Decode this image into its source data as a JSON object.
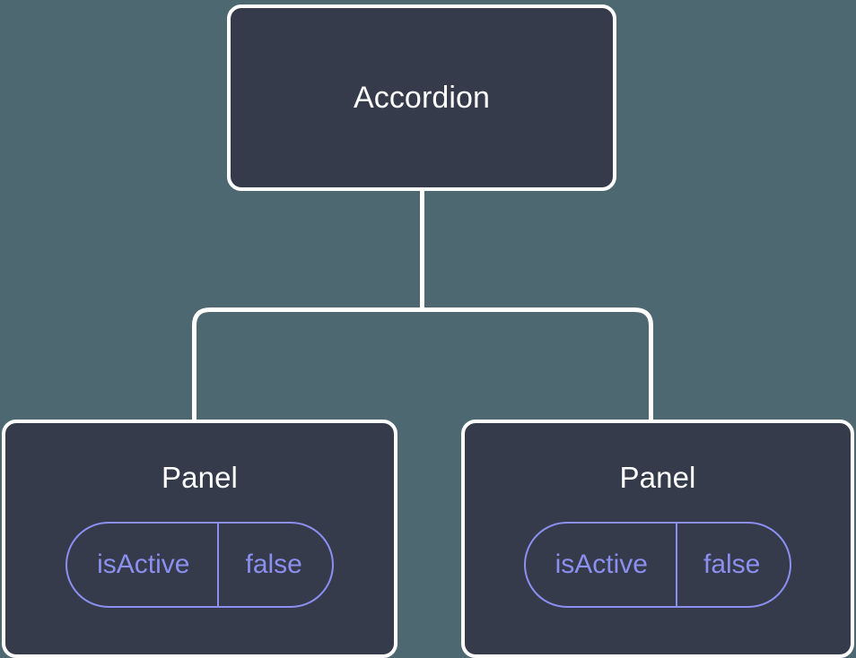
{
  "diagram": {
    "type": "component-tree",
    "background_color": "#4e6872",
    "node_fill_color": "#353b4a",
    "node_border_color": "#ffffff",
    "edge_color": "#ffffff",
    "pill_color": "#8b8ff0",
    "title_color": "#ffffff"
  },
  "root": {
    "label": "Accordion"
  },
  "children": [
    {
      "label": "Panel",
      "state": {
        "key": "isActive",
        "value": "false"
      }
    },
    {
      "label": "Panel",
      "state": {
        "key": "isActive",
        "value": "false"
      }
    }
  ]
}
